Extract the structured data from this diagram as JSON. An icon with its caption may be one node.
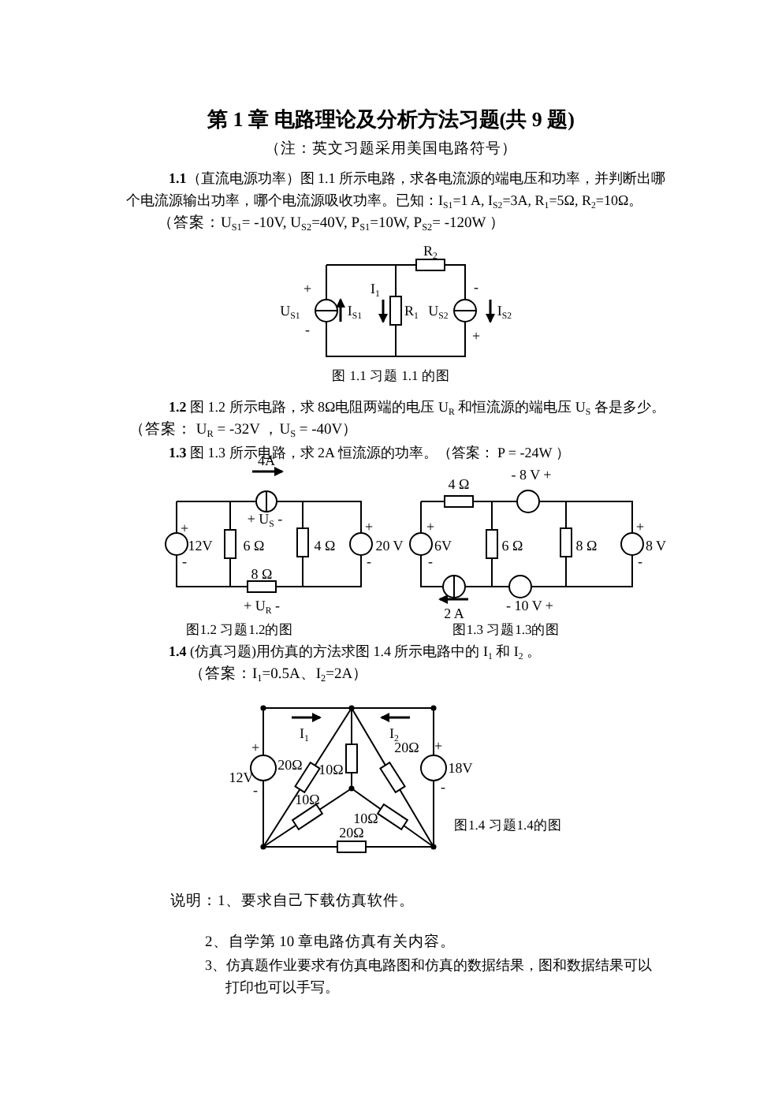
{
  "diagram": {
    "title": "第 1 章  电路理论及分析方法习题(共 9 题)",
    "labels": [
      "（注：英文习题采用美国电路符号）",
      "**1.1**（直流电源功率）图 1.1 所示电路，求各电流源的端电压和功率，并判断出哪个电流源输出功率，哪个电流源吸收功率。已知：I$_{S1}$=1 A, I$_{S2}$=3A, R$_{1}$=5Ω, R$_{2}$=10Ω。",
      "（答案：U$_{S1}$= -10V,   U$_{S2}$=40V,   P$_{S1}$=10W,   P$_{S2}$= -120W  ）",
      "R$_{2}$",
      "+",
      "I$_{1}$",
      "-",
      "U$_{S1}$",
      "I$_{S1}$",
      "R$_{1}$",
      "U$_{S2}$",
      "I$_{S2}$",
      "-",
      "+",
      "图 1.1    习题 1.1 的图",
      "**1.2** 图 1.2 所示电路，求 8Ω电阻两端的电压 U$_{R}$ 和恒流源的端电压 U$_{S}$ 各是多少。",
      "（答案：  U$_{R}$ = -32V ，U$_{S}$ = -40V）",
      "**1.3** 图 1.3 所示电路，求 2A 恒流源的功率。（答案：  P = -24W  ）",
      "4A",
      "+ U$_{S}$ -",
      "+",
      "12V",
      "-",
      "6 Ω",
      "4 Ω",
      "+",
      "20 V",
      "-",
      "8 Ω",
      "+  U$_{R}$  -",
      "4 Ω",
      "-  8 V +",
      "+",
      "6V",
      "-",
      "6 Ω",
      "8 Ω",
      "+",
      "8 V",
      "-",
      "2 A",
      "-  10 V +",
      "图1.2    习题1.2的图",
      "图1.3    习题1.3的图",
      "**1.4**   (仿真习题)用仿真的方法求图 1.4 所示电路中的 I$_{1}$ 和 I$_{2}$ 。",
      "（答案：I$_{1}$=0.5A、I$_{2}$=2A）",
      "I$_{1}$",
      "I$_{2}$",
      "+",
      "12V",
      "-",
      "20Ω",
      "10Ω",
      "20Ω",
      "+",
      "18V",
      "-",
      "10Ω",
      "10Ω",
      "20Ω",
      "图1.4  习题1.4的图",
      "说明：1、要求自己下载仿真软件。",
      "2、自学第 10 章电路仿真有关内容。",
      "3、仿真题作业要求有仿真电路图和仿真的数据结果，图和数据结果可以打印也可以手写。"
    ]
  }
}
